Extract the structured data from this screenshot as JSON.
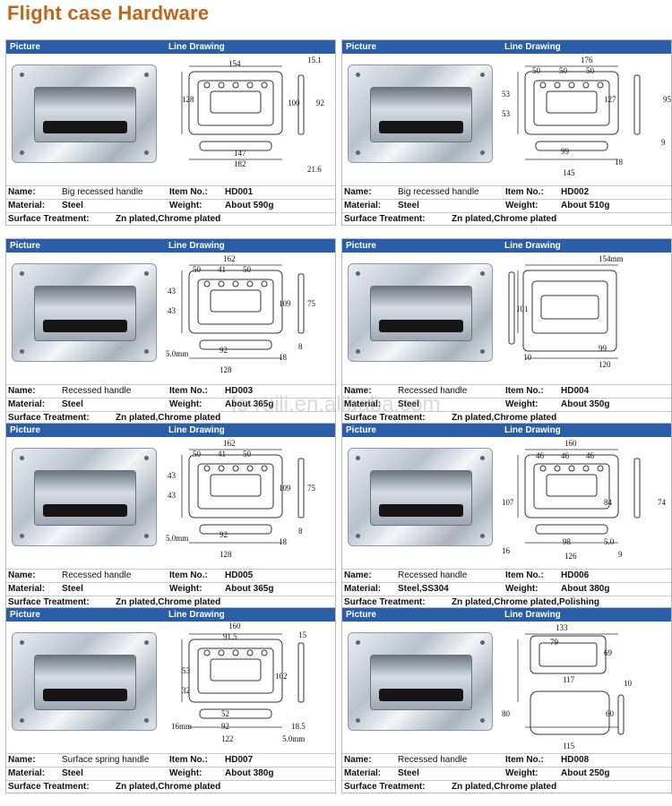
{
  "title": "Flight case Hardware",
  "watermark": "fs-ruili.en.alibaba.com",
  "header": {
    "picture": "Picture",
    "line_drawing": "Line Drawing"
  },
  "labels": {
    "name": "Name:",
    "material": "Material:",
    "item_no": "Item No.:",
    "weight": "Weight:",
    "surface": "Surface Treatment:"
  },
  "products": [
    {
      "name": "Big recessed handle",
      "item": "HD001",
      "material": "Steel",
      "weight": "About 590g",
      "surface": "Zn plated,Chrome plated",
      "dims": [
        "154",
        "15.1",
        "128",
        "100",
        "92",
        "147",
        "182",
        "21.6"
      ]
    },
    {
      "name": "Big recessed handle",
      "item": "HD002",
      "material": "Steel",
      "weight": "About 510g",
      "surface": "Zn plated,Chrome plated",
      "dims": [
        "176",
        "50",
        "50",
        "50",
        "53",
        "53",
        "127",
        "95",
        "99",
        "18",
        "145",
        "9"
      ]
    },
    {
      "name": "Recessed handle",
      "item": "HD003",
      "material": "Steel",
      "weight": "About 365g",
      "surface": "Zn plated,Chrome plated",
      "dims": [
        "162",
        "50",
        "41",
        "50",
        "43",
        "43",
        "109",
        "75",
        "5.0mm",
        "92",
        "128",
        "18",
        "8"
      ]
    },
    {
      "name": "Recessed handle",
      "item": "HD004",
      "material": "Steel",
      "weight": "About 350g",
      "surface": "Zn plated,Chrome plated",
      "dims": [
        "154mm",
        "101",
        "99",
        "120",
        "10"
      ]
    },
    {
      "name": "Recessed handle",
      "item": "HD005",
      "material": "Steel",
      "weight": "About 365g",
      "surface": "Zn plated,Chrome plated",
      "dims": [
        "162",
        "50",
        "41",
        "50",
        "43",
        "43",
        "109",
        "75",
        "5.0mm",
        "92",
        "128",
        "18",
        "8"
      ]
    },
    {
      "name": "Recessed handle",
      "item": "HD006",
      "material": "Steel,SS304",
      "weight": "About 380g",
      "surface": "Zn plated,Chrome plated,Polishing",
      "dims": [
        "160",
        "46",
        "46",
        "46",
        "107",
        "84",
        "74",
        "98",
        "5.0",
        "16",
        "126",
        "9"
      ]
    },
    {
      "name": "Surface spring handle",
      "item": "HD007",
      "material": "Steel",
      "weight": "About 380g",
      "surface": "Zn plated,Chrome plated",
      "dims": [
        "160",
        "91.5",
        "15",
        "53",
        "32",
        "102",
        "16mm",
        "52",
        "92",
        "18.5",
        "122",
        "5.0mm"
      ]
    },
    {
      "name": "Recessed handle",
      "item": "HD008",
      "material": "Steel",
      "weight": "About 250g",
      "surface": "Zn plated,Chrome plated",
      "dims": [
        "133",
        "79",
        "69",
        "117",
        "10",
        "80",
        "60",
        "115"
      ]
    }
  ]
}
